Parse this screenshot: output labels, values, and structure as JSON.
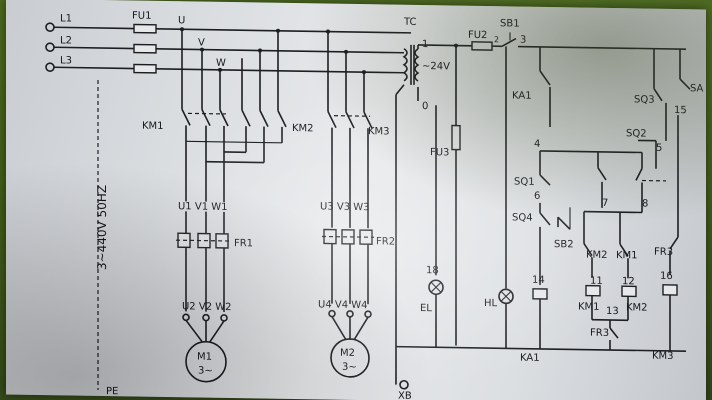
{
  "labels": {
    "l1": "L1",
    "l2": "L2",
    "l3": "L3",
    "fu1": "FU1",
    "fu2": "FU2",
    "fu3": "FU3",
    "u": "U",
    "v": "V",
    "w": "W",
    "tc": "TC",
    "v24": "~24V",
    "n1": "1",
    "n0": "0",
    "n2": "2",
    "n3": "3",
    "n4": "4",
    "n5": "5",
    "n6": "6",
    "n7": "7",
    "n8": "8",
    "n11": "11",
    "n12": "12",
    "n13": "13",
    "n14": "14",
    "n15": "15",
    "n16": "16",
    "n18": "18",
    "sb1": "SB1",
    "sb2": "SB2",
    "sa": "SA",
    "km1": "KM1",
    "km2": "KM2",
    "km3": "KM3",
    "ka1": "KA1",
    "sq1": "SQ1",
    "sq2": "SQ2",
    "sq3": "SQ3",
    "sq4": "SQ4",
    "fr1": "FR1",
    "fr2": "FR2",
    "fr3": "FR3",
    "u1v1w1": "U1 V1 W1",
    "u3v3w3": "U3 V3 W3",
    "u2v2w2": "U2 V2 W2",
    "u4v4w4": "U4 V4 W4",
    "m1": "M1",
    "m2": "M2",
    "three_phase": "3~",
    "supply": "3~440V 50HZ",
    "el": "EL",
    "hl": "HL",
    "xb": "XB",
    "pe": "PE"
  }
}
